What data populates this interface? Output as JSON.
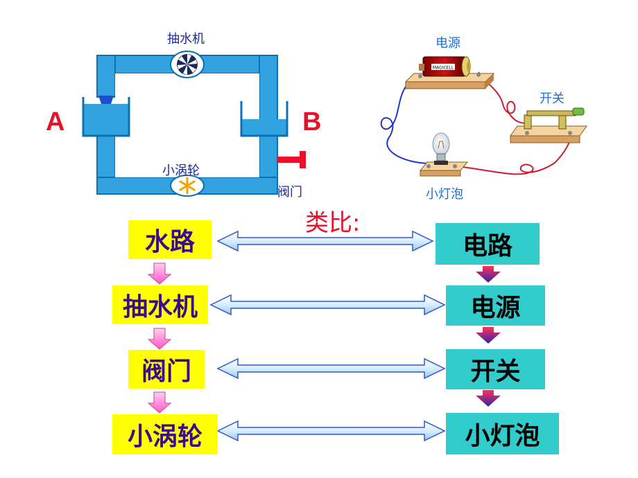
{
  "water_circuit": {
    "label_a": "A",
    "label_b": "B",
    "pump_label": "抽水机",
    "turbine_label": "小涡轮",
    "valve_label": "阀门"
  },
  "electric_circuit": {
    "power_label": "电源",
    "switch_label": "开关",
    "bulb_label": "小灯泡",
    "battery_brand": "MAGICELL"
  },
  "analogy": {
    "title": "类比:",
    "left": [
      "水路",
      "抽水机",
      "阀门",
      "小涡轮"
    ],
    "right": [
      "电路",
      "电源",
      "开关",
      "小灯泡"
    ]
  },
  "colors": {
    "water": "#33a3e0",
    "pipe_edge": "#0c6fb0",
    "left_box": "#ffff00",
    "right_box": "#33cccc",
    "text_purple": "#3a0a8a",
    "accent_red": "#e8102a",
    "left_arrow_pink": "#ff66cc",
    "right_arrow_red": "#cc0033"
  }
}
